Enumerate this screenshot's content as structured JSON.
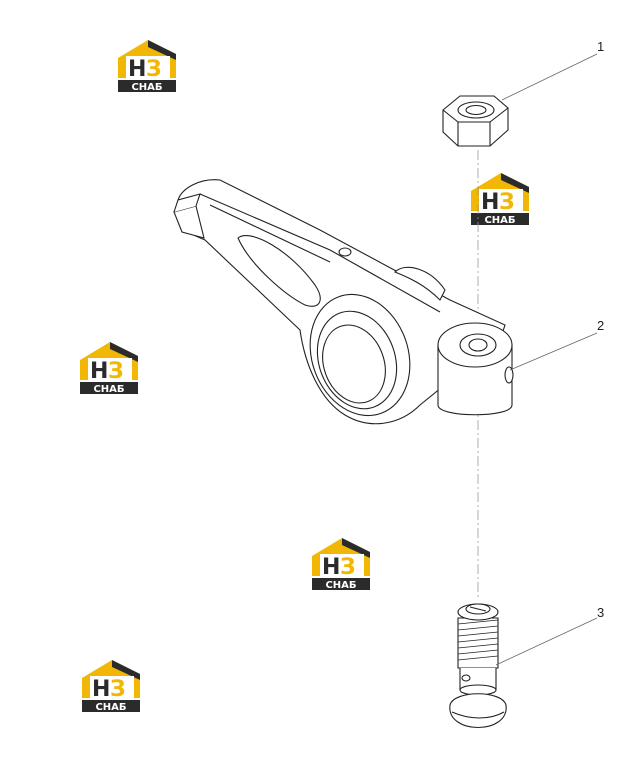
{
  "watermark": {
    "logo_letters": "НЗ",
    "logo_word": "СНАБ",
    "colors": {
      "yellow": "#f2b705",
      "dark": "#2b2b2b",
      "light": "#ffffff"
    }
  },
  "parts": [
    {
      "number": "1",
      "icon": "hex-nut-icon"
    },
    {
      "number": "2",
      "icon": "rocker-arm-icon"
    },
    {
      "number": "3",
      "icon": "adjusting-screw-icon"
    }
  ]
}
